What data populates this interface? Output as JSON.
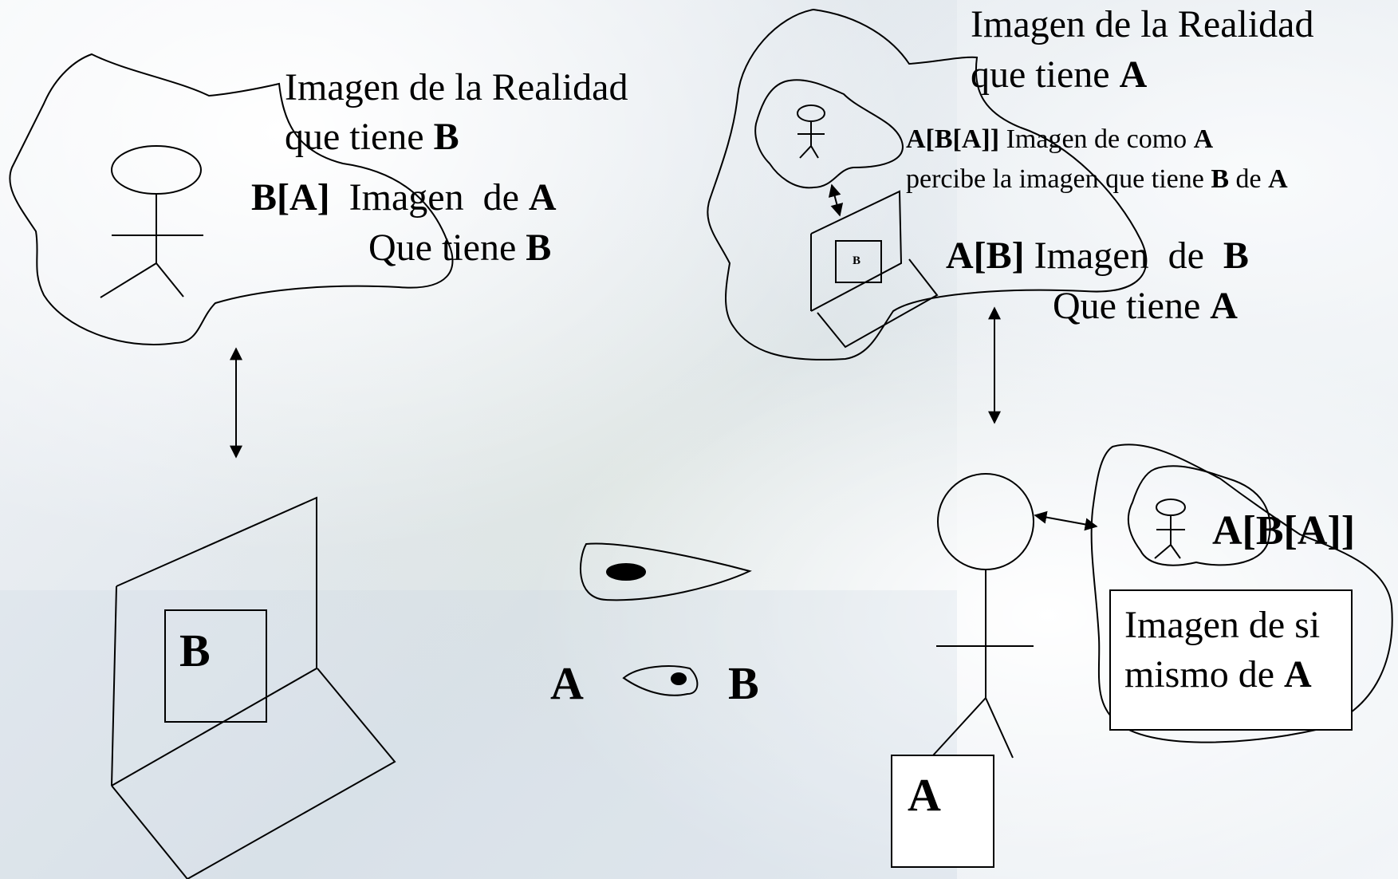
{
  "left_cloud": {
    "title_line1": "Imagen de la Realidad",
    "title_line2_prefix": "que tiene ",
    "title_line2_bold": "B",
    "label_bold": "B[A]",
    "label_line1_text": "  Imagen  de ",
    "label_line1_bold": "A",
    "label_line2_text": "Que tiene ",
    "label_line2_bold": "B"
  },
  "right_cloud": {
    "title_line1": "Imagen de la Realidad",
    "title_line2_prefix": "que tiene ",
    "title_line2_bold": "A",
    "nested_bold": "A[B[A]]",
    "nested_line1_text": " Imagen de como ",
    "nested_line1_bold": "A",
    "nested_line2_text1": "percibe la imagen que tiene ",
    "nested_line2_bold1": "B",
    "nested_line2_text2": " de ",
    "nested_line2_bold2": "A",
    "screen_label": "B",
    "label_bold": "A[B]",
    "label_line1_text": " Imagen  de  ",
    "label_line1_bold": "B",
    "label_line2_text": "Que tiene ",
    "label_line2_bold": "A"
  },
  "computer_b": {
    "label": "B"
  },
  "center": {
    "left_label": "A",
    "right_label": "B"
  },
  "person_a": {
    "box_label": "A"
  },
  "self_image": {
    "label": "A[B[A]]",
    "box_line1": "Imagen de si",
    "box_line2_prefix": "mismo de ",
    "box_line2_bold": "A"
  }
}
